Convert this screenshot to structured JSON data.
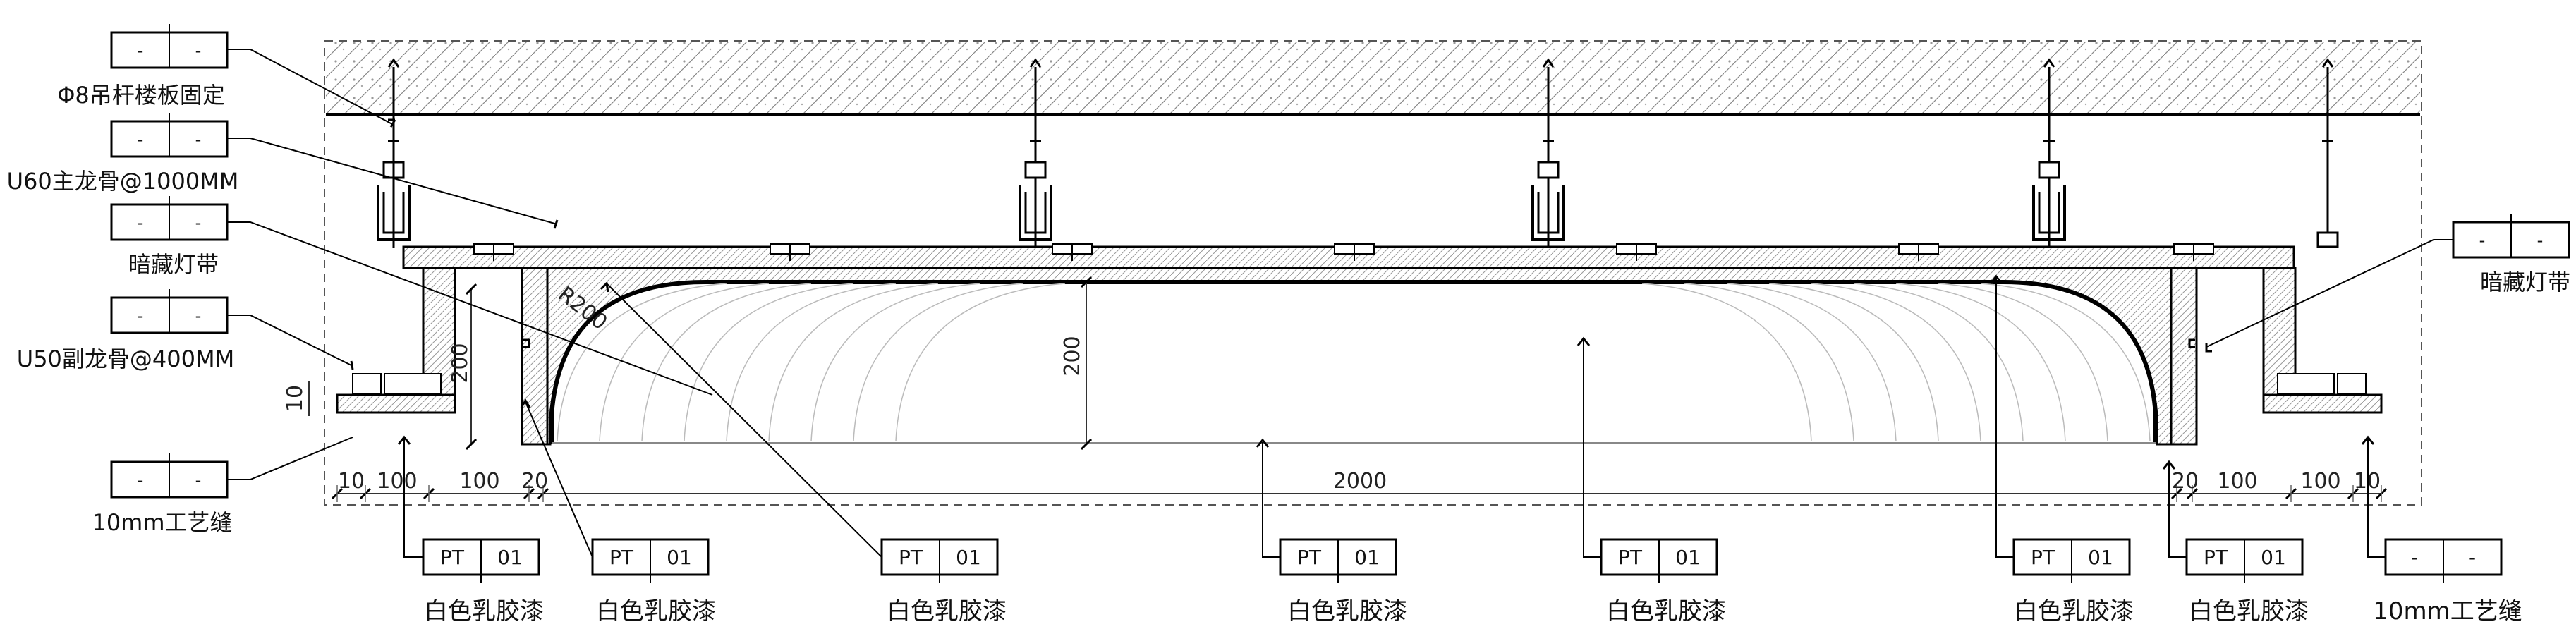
{
  "tags_left": [
    {
      "code": "-",
      "num": "-",
      "label": "Φ8吊杆楼板固定"
    },
    {
      "code": "-",
      "num": "-",
      "label": "U60主龙骨@1000MM"
    },
    {
      "code": "-",
      "num": "-",
      "label": "暗藏灯带"
    },
    {
      "code": "-",
      "num": "-",
      "label": "U50副龙骨@400MM"
    },
    {
      "code": "-",
      "num": "-",
      "label": "10mm工艺缝"
    }
  ],
  "tag_right": {
    "code": "-",
    "num": "-",
    "label": "暗藏灯带"
  },
  "tags_bottom": [
    {
      "code": "PT",
      "num": "01",
      "label": "白色乳胶漆"
    },
    {
      "code": "PT",
      "num": "01",
      "label": "白色乳胶漆"
    },
    {
      "code": "PT",
      "num": "01",
      "label": "白色乳胶漆"
    },
    {
      "code": "PT",
      "num": "01",
      "label": "白色乳胶漆"
    },
    {
      "code": "PT",
      "num": "01",
      "label": "白色乳胶漆"
    },
    {
      "code": "PT",
      "num": "01",
      "label": "白色乳胶漆"
    },
    {
      "code": "PT",
      "num": "01",
      "label": "白色乳胶漆"
    },
    {
      "code": "-",
      "num": "-",
      "label": "10mm工艺缝"
    }
  ],
  "dimensions": {
    "bottom": [
      "10",
      "100",
      "100",
      "20",
      "2000",
      "20",
      "100",
      "100",
      "10"
    ],
    "height_left": "200",
    "height_center": "200",
    "radius": "R200",
    "left_gap": "10"
  }
}
